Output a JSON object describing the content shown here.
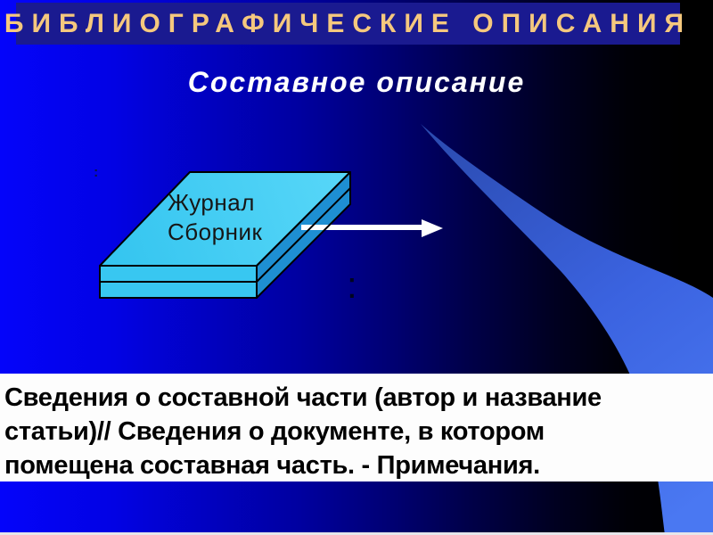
{
  "slide": {
    "header": {
      "title": "БИБЛИОГРАФИЧЕСКИЕ ОПИСАНИЯ"
    },
    "subtitle": "Составное описание",
    "diagram": {
      "book_labels": [
        "Журнал",
        "Сборник"
      ],
      "marks": {
        "left": ":",
        "right": ":"
      }
    },
    "description": {
      "lines": [
        "Сведения о составной части (автор и название",
        "статьи)// Сведения о документе, в котором",
        "помещена составная часть. - Примечания."
      ]
    },
    "colors": {
      "banner_bg": "#1A1A90",
      "banner_text": "#F5C87E",
      "subtitle_text": "#FFFFFF",
      "bg_left": "#0404FA",
      "bg_right": "#000000",
      "book_top": "#38C7F1",
      "book_side": "#1E8FD2",
      "swoosh_from": "#2A4AAE",
      "swoosh_to": "#4A78F2",
      "arrow": "#FFFFFF",
      "box_bg": "#FDFDFD",
      "box_text": "#000000"
    }
  }
}
